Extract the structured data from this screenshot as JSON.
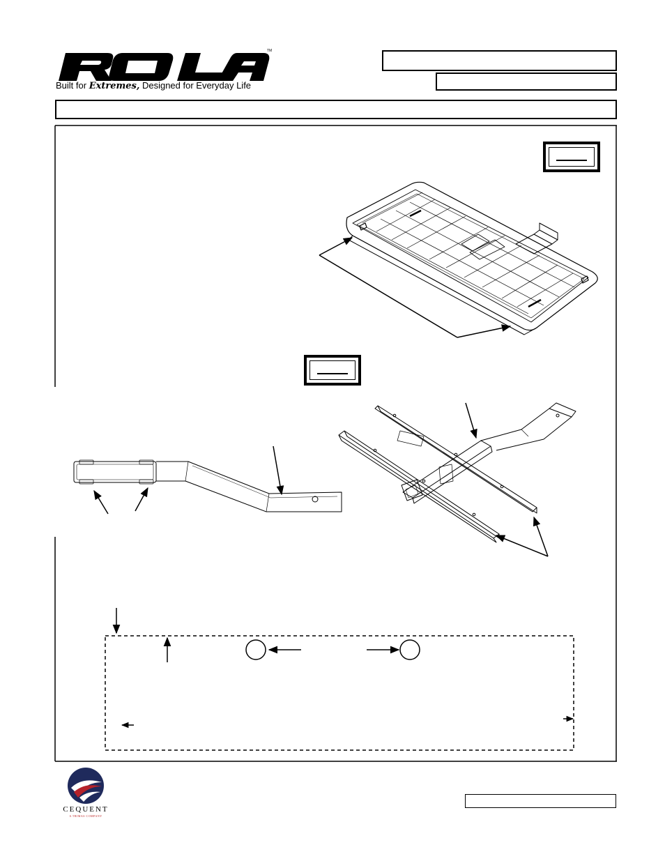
{
  "brand": {
    "tagline_prefix": "Built for ",
    "tagline_script": "Extremes,",
    "tagline_suffix": " Designed for Everyday Life",
    "trademark": "TM"
  },
  "footer": {
    "company": "CEQUENT",
    "company_sub": "A TRIMAS COMPANY"
  },
  "colors": {
    "ink": "#000000",
    "cequent_blue": "#1f2a5c",
    "cequent_red": "#b5222b"
  }
}
